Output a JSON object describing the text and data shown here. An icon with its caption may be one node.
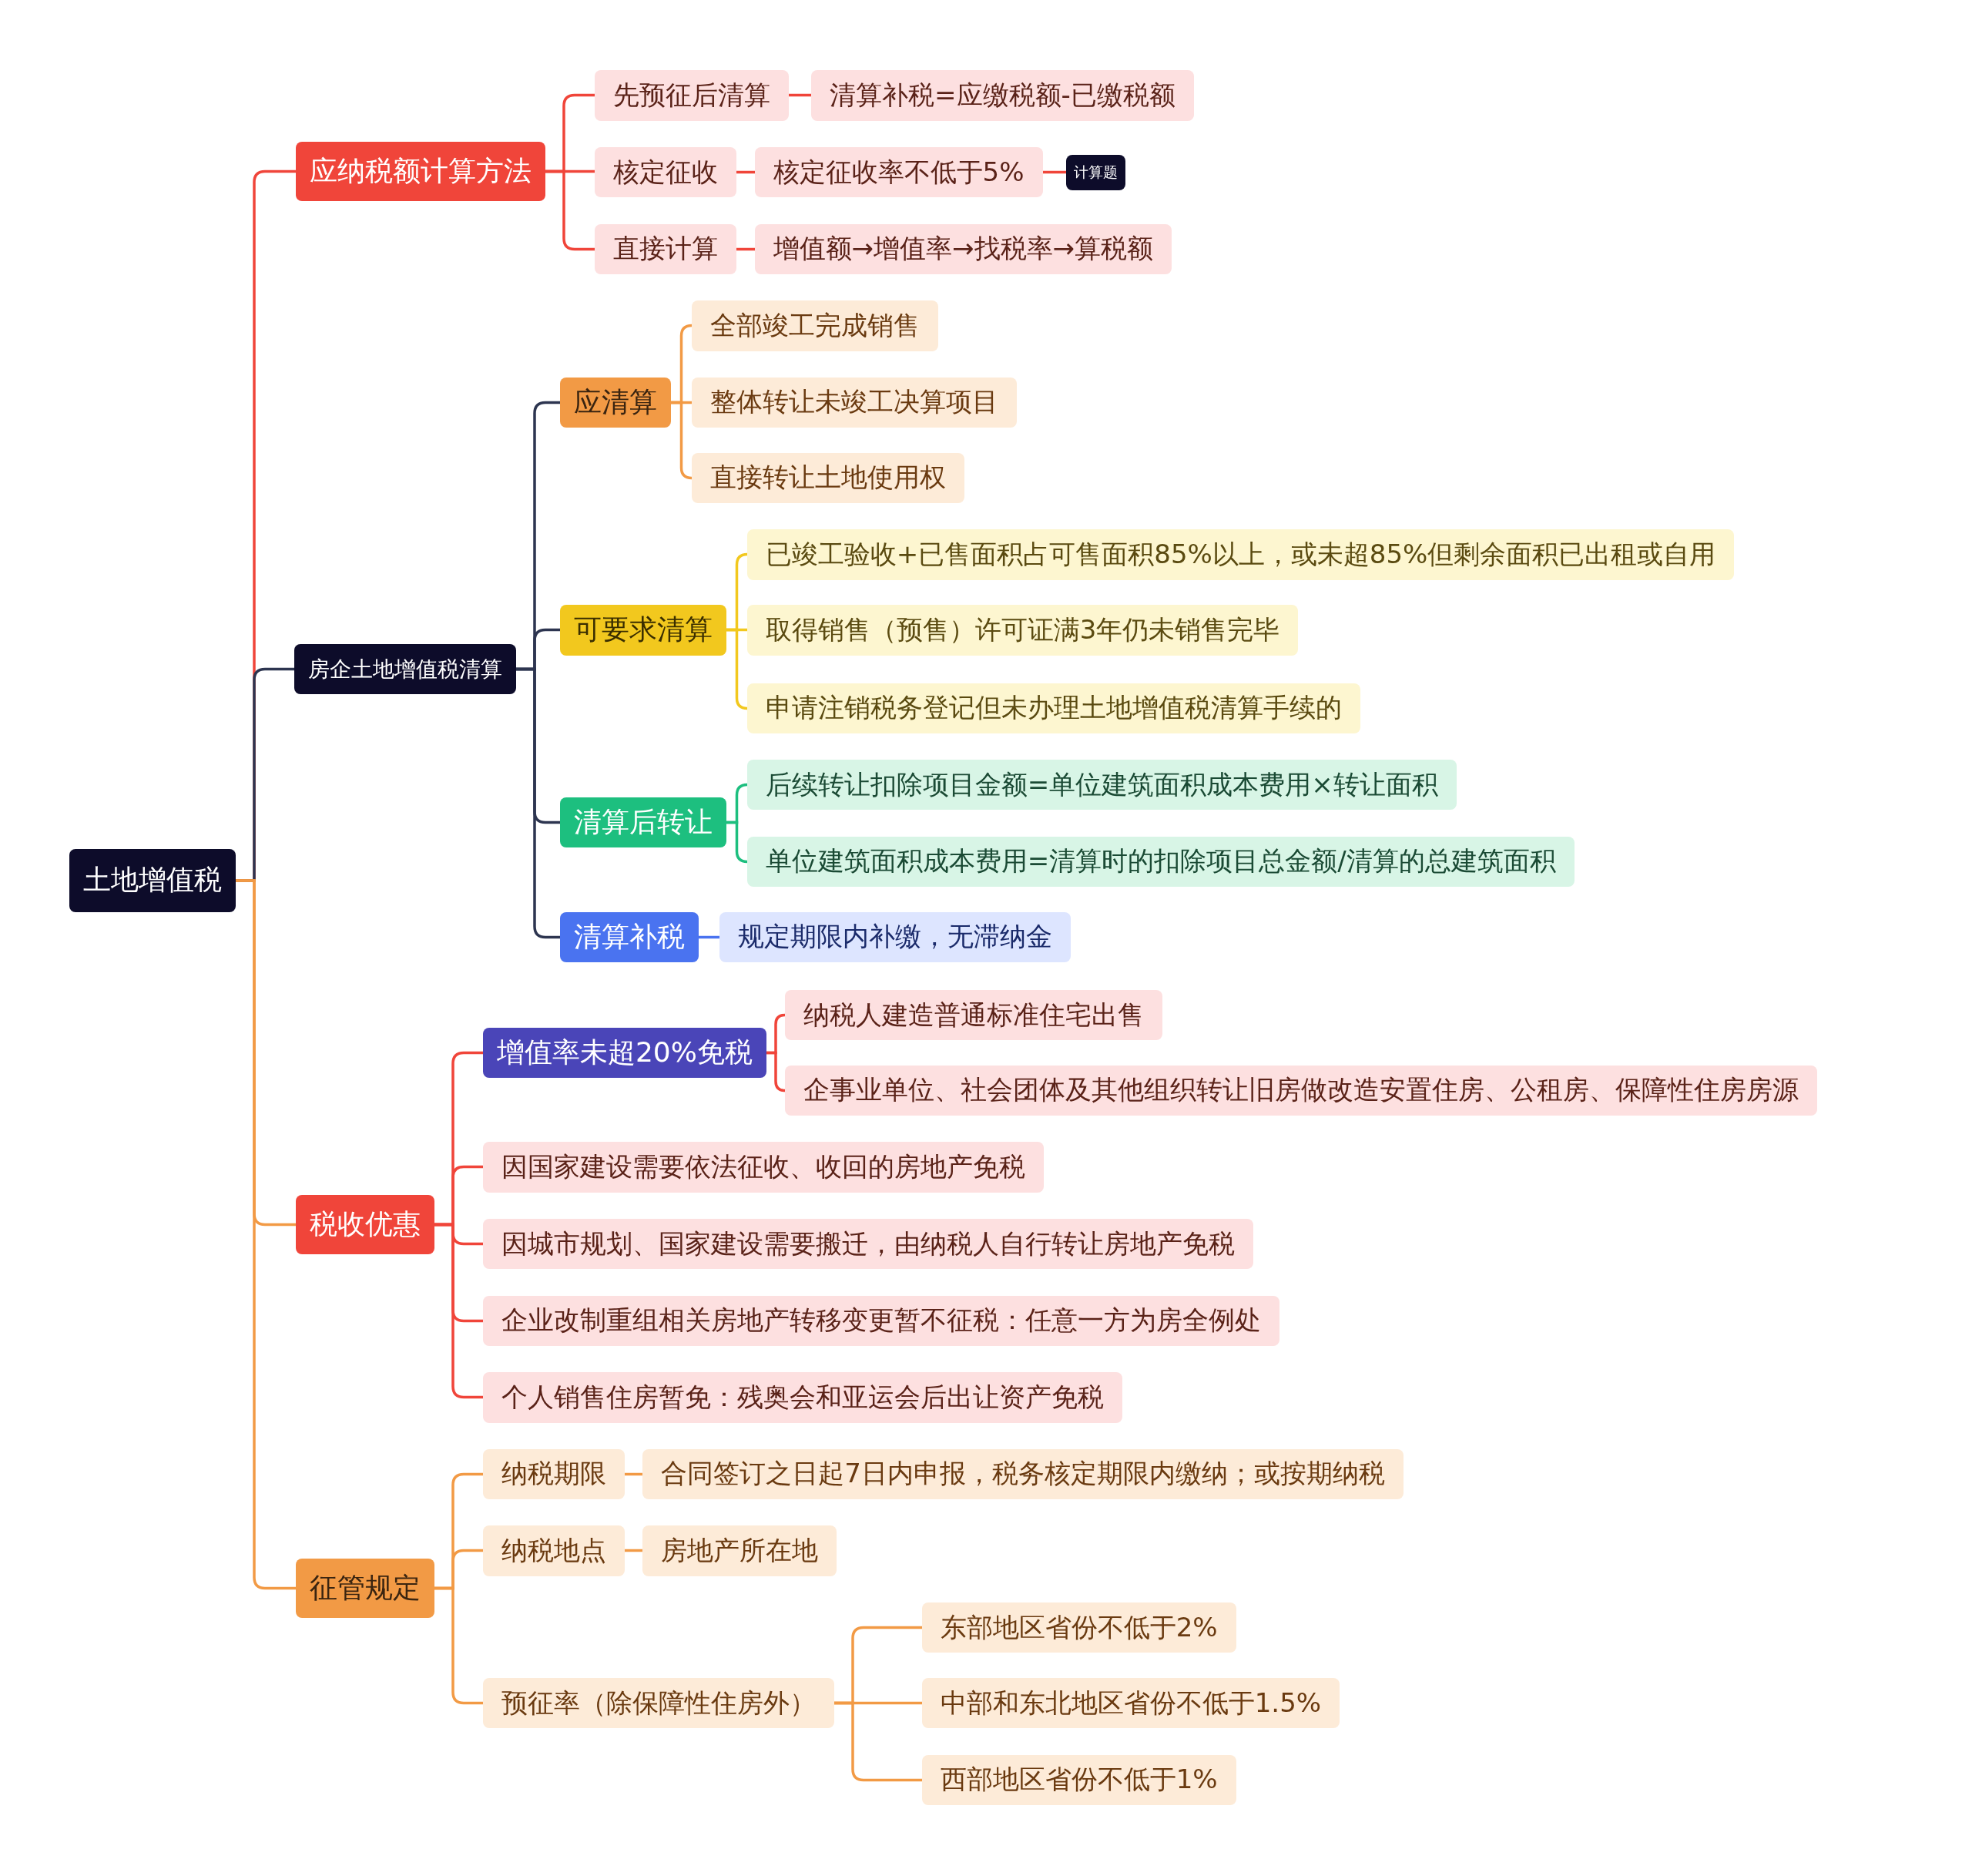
{
  "diagram": {
    "nodes": [
      {
        "text": [
          "土地增值税"
        ]
      },
      {
        "text": [
          "应纳税额计算方法"
        ]
      },
      {
        "text": [
          "先预征后清算"
        ]
      },
      {
        "text": [
          "清算补税=应缴税额-已缴税额"
        ]
      },
      {
        "text": [
          "核定征收"
        ]
      },
      {
        "text": [
          "核定征收率不低于5%"
        ]
      },
      {
        "text": [
          "计算题"
        ]
      },
      {
        "text": [
          "直接计算"
        ]
      },
      {
        "text": [
          "增值额→增值率→找税率→算税额"
        ]
      },
      {
        "text": [
          "房企土地增值税清算"
        ]
      },
      {
        "text": [
          "应清算"
        ]
      },
      {
        "text": [
          "全部竣工完成销售"
        ]
      },
      {
        "text": [
          "整体转让未竣工决算项目"
        ]
      },
      {
        "text": [
          "直接转让土地使用权"
        ]
      },
      {
        "text": [
          "可要求清算"
        ]
      },
      {
        "text": [
          "已竣工验收+已售面积占可售面积85%以上，或未超85%但剩余面积已出租或自用"
        ]
      },
      {
        "text": [
          "取得销售（预售）许可证满3年仍未销售完毕"
        ]
      },
      {
        "text": [
          "申请注销税务登记但未办理土地增值税清算手续的"
        ]
      },
      {
        "text": [
          "清算后转让"
        ]
      },
      {
        "text": [
          "后续转让扣除项目金额=单位建筑面积成本费用×转让面积"
        ]
      },
      {
        "text": [
          "单位建筑面积成本费用=清算时的扣除项目总金额/清算的总建筑面积"
        ]
      },
      {
        "text": [
          "清算补税"
        ]
      },
      {
        "text": [
          "规定期限内补缴，无滞纳金"
        ]
      },
      {
        "text": [
          "税收优惠"
        ]
      },
      {
        "text": [
          "增值率未超20%免税"
        ]
      },
      {
        "text": [
          "纳税人建造普通标准住宅出售"
        ]
      },
      {
        "text": [
          "企事业单位、社会团体及其他组织转让旧房做改造安置住房、公租房、保障性住房房源"
        ]
      },
      {
        "text": [
          "因国家建设需要依法征收、收回的房地产免税"
        ]
      },
      {
        "text": [
          "因城市规划、国家建设需要搬迁，由纳税人自行转让房地产免税"
        ]
      },
      {
        "text": [
          "企业改制重组相关房地产转移变更暂不征税：任意一方为房全例处"
        ]
      },
      {
        "text": [
          "个人销售住房暂免：残奥会和亚运会后出让资产免税"
        ]
      },
      {
        "text": [
          "征管规定"
        ]
      },
      {
        "text": [
          "纳税期限"
        ]
      },
      {
        "text": [
          "合同签订之日起7日内申报，税务核定期限内缴纳；或按期纳税"
        ]
      },
      {
        "text": [
          "纳税地点"
        ]
      },
      {
        "text": [
          "房地产所在地"
        ]
      },
      {
        "text": [
          "预征率（除保障性住房外）"
        ]
      },
      {
        "text": [
          "东部地区省份不低于2%"
        ]
      },
      {
        "text": [
          "中部和东北地区省份不低于1.5%"
        ]
      },
      {
        "text": [
          "西部地区省份不低于1%"
        ]
      }
    ],
    "edges": [
      {
        "from": 0,
        "to": 1,
        "arrow": "none",
        "color": "#f0453a"
      },
      {
        "from": 0,
        "to": 9,
        "arrow": "none",
        "color": "#2d3550"
      },
      {
        "from": 0,
        "to": 23,
        "arrow": "none",
        "color": "#f29a45"
      },
      {
        "from": 0,
        "to": 31,
        "arrow": "none",
        "color": "#f29a45"
      },
      {
        "from": 1,
        "to": 2,
        "arrow": "none",
        "color": "#f0453a"
      },
      {
        "from": 1,
        "to": 4,
        "arrow": "none",
        "color": "#f0453a"
      },
      {
        "from": 1,
        "to": 7,
        "arrow": "none",
        "color": "#f0453a"
      },
      {
        "from": 2,
        "to": 3,
        "arrow": "none",
        "color": "#f0453a"
      },
      {
        "from": 4,
        "to": 5,
        "arrow": "none",
        "color": "#f0453a"
      },
      {
        "from": 5,
        "to": 6,
        "arrow": "none",
        "color": "#f0453a"
      },
      {
        "from": 7,
        "to": 8,
        "arrow": "none",
        "color": "#f0453a"
      },
      {
        "from": 9,
        "to": 10,
        "arrow": "none",
        "color": "#2d3550"
      },
      {
        "from": 9,
        "to": 14,
        "arrow": "none",
        "color": "#2d3550"
      },
      {
        "from": 9,
        "to": 18,
        "arrow": "none",
        "color": "#2d3550"
      },
      {
        "from": 9,
        "to": 21,
        "arrow": "none",
        "color": "#2d3550"
      },
      {
        "from": 10,
        "to": 11,
        "arrow": "none",
        "color": "#f29a45"
      },
      {
        "from": 10,
        "to": 12,
        "arrow": "none",
        "color": "#f29a45"
      },
      {
        "from": 10,
        "to": 13,
        "arrow": "none",
        "color": "#f29a45"
      },
      {
        "from": 14,
        "to": 15,
        "arrow": "none",
        "color": "#f2c81e"
      },
      {
        "from": 14,
        "to": 16,
        "arrow": "none",
        "color": "#f2c81e"
      },
      {
        "from": 14,
        "to": 17,
        "arrow": "none",
        "color": "#f2c81e"
      },
      {
        "from": 18,
        "to": 19,
        "arrow": "none",
        "color": "#1dbf7f"
      },
      {
        "from": 18,
        "to": 20,
        "arrow": "none",
        "color": "#1dbf7f"
      },
      {
        "from": 21,
        "to": 22,
        "arrow": "none",
        "color": "#4a73f0"
      },
      {
        "from": 23,
        "to": 24,
        "arrow": "none",
        "color": "#f0453a"
      },
      {
        "from": 24,
        "to": 25,
        "arrow": "none",
        "color": "#f0453a"
      },
      {
        "from": 24,
        "to": 26,
        "arrow": "none",
        "color": "#f0453a"
      },
      {
        "from": 23,
        "to": 27,
        "arrow": "none",
        "color": "#f0453a"
      },
      {
        "from": 23,
        "to": 28,
        "arrow": "none",
        "color": "#f0453a"
      },
      {
        "from": 23,
        "to": 29,
        "arrow": "none",
        "color": "#f0453a"
      },
      {
        "from": 23,
        "to": 30,
        "arrow": "none",
        "color": "#f0453a"
      },
      {
        "from": 31,
        "to": 32,
        "arrow": "none",
        "color": "#f29a45"
      },
      {
        "from": 32,
        "to": 33,
        "arrow": "none",
        "color": "#f29a45"
      },
      {
        "from": 31,
        "to": 34,
        "arrow": "none",
        "color": "#f29a45"
      },
      {
        "from": 34,
        "to": 35,
        "arrow": "none",
        "color": "#f29a45"
      },
      {
        "from": 31,
        "to": 36,
        "arrow": "none",
        "color": "#f29a45"
      },
      {
        "from": 36,
        "to": 37,
        "arrow": "none",
        "color": "#f29a45"
      },
      {
        "from": 36,
        "to": 38,
        "arrow": "none",
        "color": "#f29a45"
      },
      {
        "from": 36,
        "to": 39,
        "arrow": "none",
        "color": "#f29a45"
      }
    ]
  }
}
